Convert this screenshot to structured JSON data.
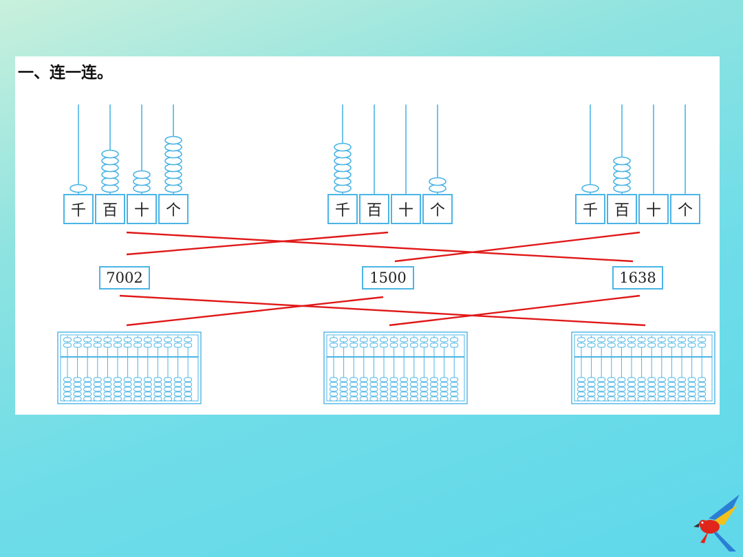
{
  "exercise": {
    "heading": "一、连一连。",
    "place_labels": [
      "千",
      "百",
      "十",
      "个"
    ],
    "counting_frames": [
      {
        "beads": {
          "thousands": 1,
          "hundreds": 6,
          "tens": 3,
          "ones": 8
        }
      },
      {
        "beads": {
          "thousands": 7,
          "hundreds": 0,
          "tens": 0,
          "ones": 2
        }
      },
      {
        "beads": {
          "thousands": 1,
          "hundreds": 5,
          "tens": 0,
          "ones": 0
        }
      }
    ],
    "numbers": [
      "7002",
      "1500",
      "1638"
    ],
    "colors": {
      "rod": "#4ab4e6",
      "match_line": "#e01818",
      "bead": "#4ab4e6"
    }
  }
}
